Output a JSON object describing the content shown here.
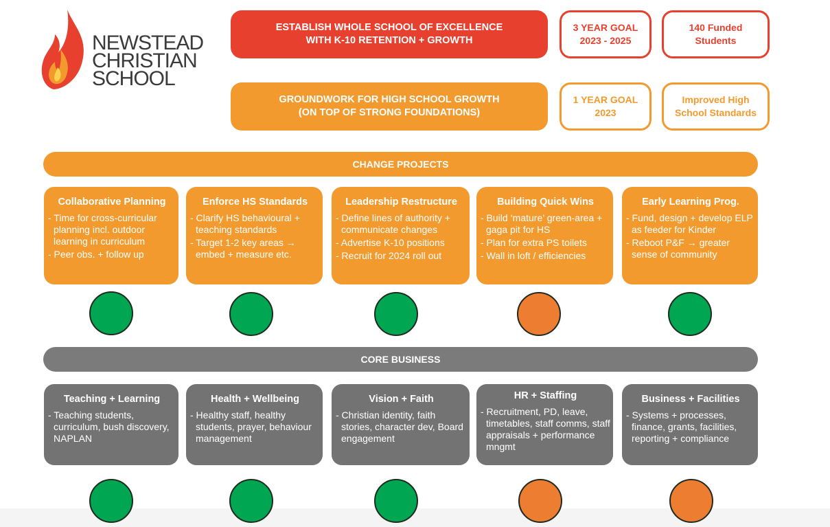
{
  "logo": {
    "lines": [
      "NEWSTEAD",
      "CHRISTIAN",
      "SCHOOL"
    ]
  },
  "goals": {
    "top": {
      "main": [
        "ESTABLISH WHOLE SCHOOL OF EXCELLENCE",
        "WITH K-10 RETENTION + GROWTH"
      ],
      "period": [
        "3 YEAR GOAL",
        "2023 - 2025"
      ],
      "target": [
        "140 Funded",
        "Students"
      ]
    },
    "bottom": {
      "main": [
        "GROUNDWORK FOR HIGH SCHOOL GROWTH",
        "(ON TOP OF STRONG FOUNDATIONS)"
      ],
      "period": [
        "1 YEAR GOAL",
        "2023"
      ],
      "target": [
        "Improved High",
        "School Standards"
      ]
    }
  },
  "change_projects": {
    "header": "CHANGE PROJECTS",
    "cards": [
      {
        "title": "Collaborative Planning",
        "lines": [
          "- Time for cross-curricular planning incl. outdoor learning in curriculum",
          "- Peer obs. + follow up"
        ],
        "status": "green"
      },
      {
        "title": "Enforce HS Standards",
        "lines": [
          "- Clarify HS behavioural + teaching standards",
          "- Target 1-2 key areas → embed + measure etc."
        ],
        "status": "green"
      },
      {
        "title": "Leadership Restructure",
        "lines": [
          "- Define lines of authority + communicate changes",
          "- Advertise K-10 positions",
          "- Recruit for 2024 roll out"
        ],
        "status": "green"
      },
      {
        "title": "Building Quick Wins",
        "lines": [
          "- Build ‘mature’ green-area + gaga pit for HS",
          "- Plan for extra PS toilets",
          "- Wall in loft / efficiencies"
        ],
        "status": "amber"
      },
      {
        "title": "Early Learning Prog.",
        "lines": [
          "- Fund, design + develop ELP as feeder for Kinder",
          "- Reboot P&F → greater sense of community"
        ],
        "status": "green"
      }
    ]
  },
  "core_business": {
    "header": "CORE BUSINESS",
    "cards": [
      {
        "title": "Teaching + Learning",
        "lines": [
          "- Teaching students, curriculum, bush discovery, NAPLAN"
        ],
        "status": "green"
      },
      {
        "title": "Health + Wellbeing",
        "lines": [
          "- Healthy staff, healthy students, prayer, behaviour management"
        ],
        "status": "green"
      },
      {
        "title": "Vision + Faith",
        "lines": [
          "- Christian identity, faith stories, character dev, Board engagement"
        ],
        "status": "green"
      },
      {
        "title": "HR + Staffing",
        "lines": [
          "- Recruitment, PD, leave, timetables, staff comms, staff appraisals + performance mngmt"
        ],
        "status": "amber"
      },
      {
        "title": "Business + Facilities",
        "lines": [
          "- Systems + processes, finance, grants, facilities, reporting + compliance"
        ],
        "status": "amber"
      }
    ]
  },
  "colors": {
    "red": "#e8402e",
    "orange": "#f29a2e",
    "grey": "#737373",
    "status_green": "#00a651",
    "status_amber": "#ed7d31"
  }
}
